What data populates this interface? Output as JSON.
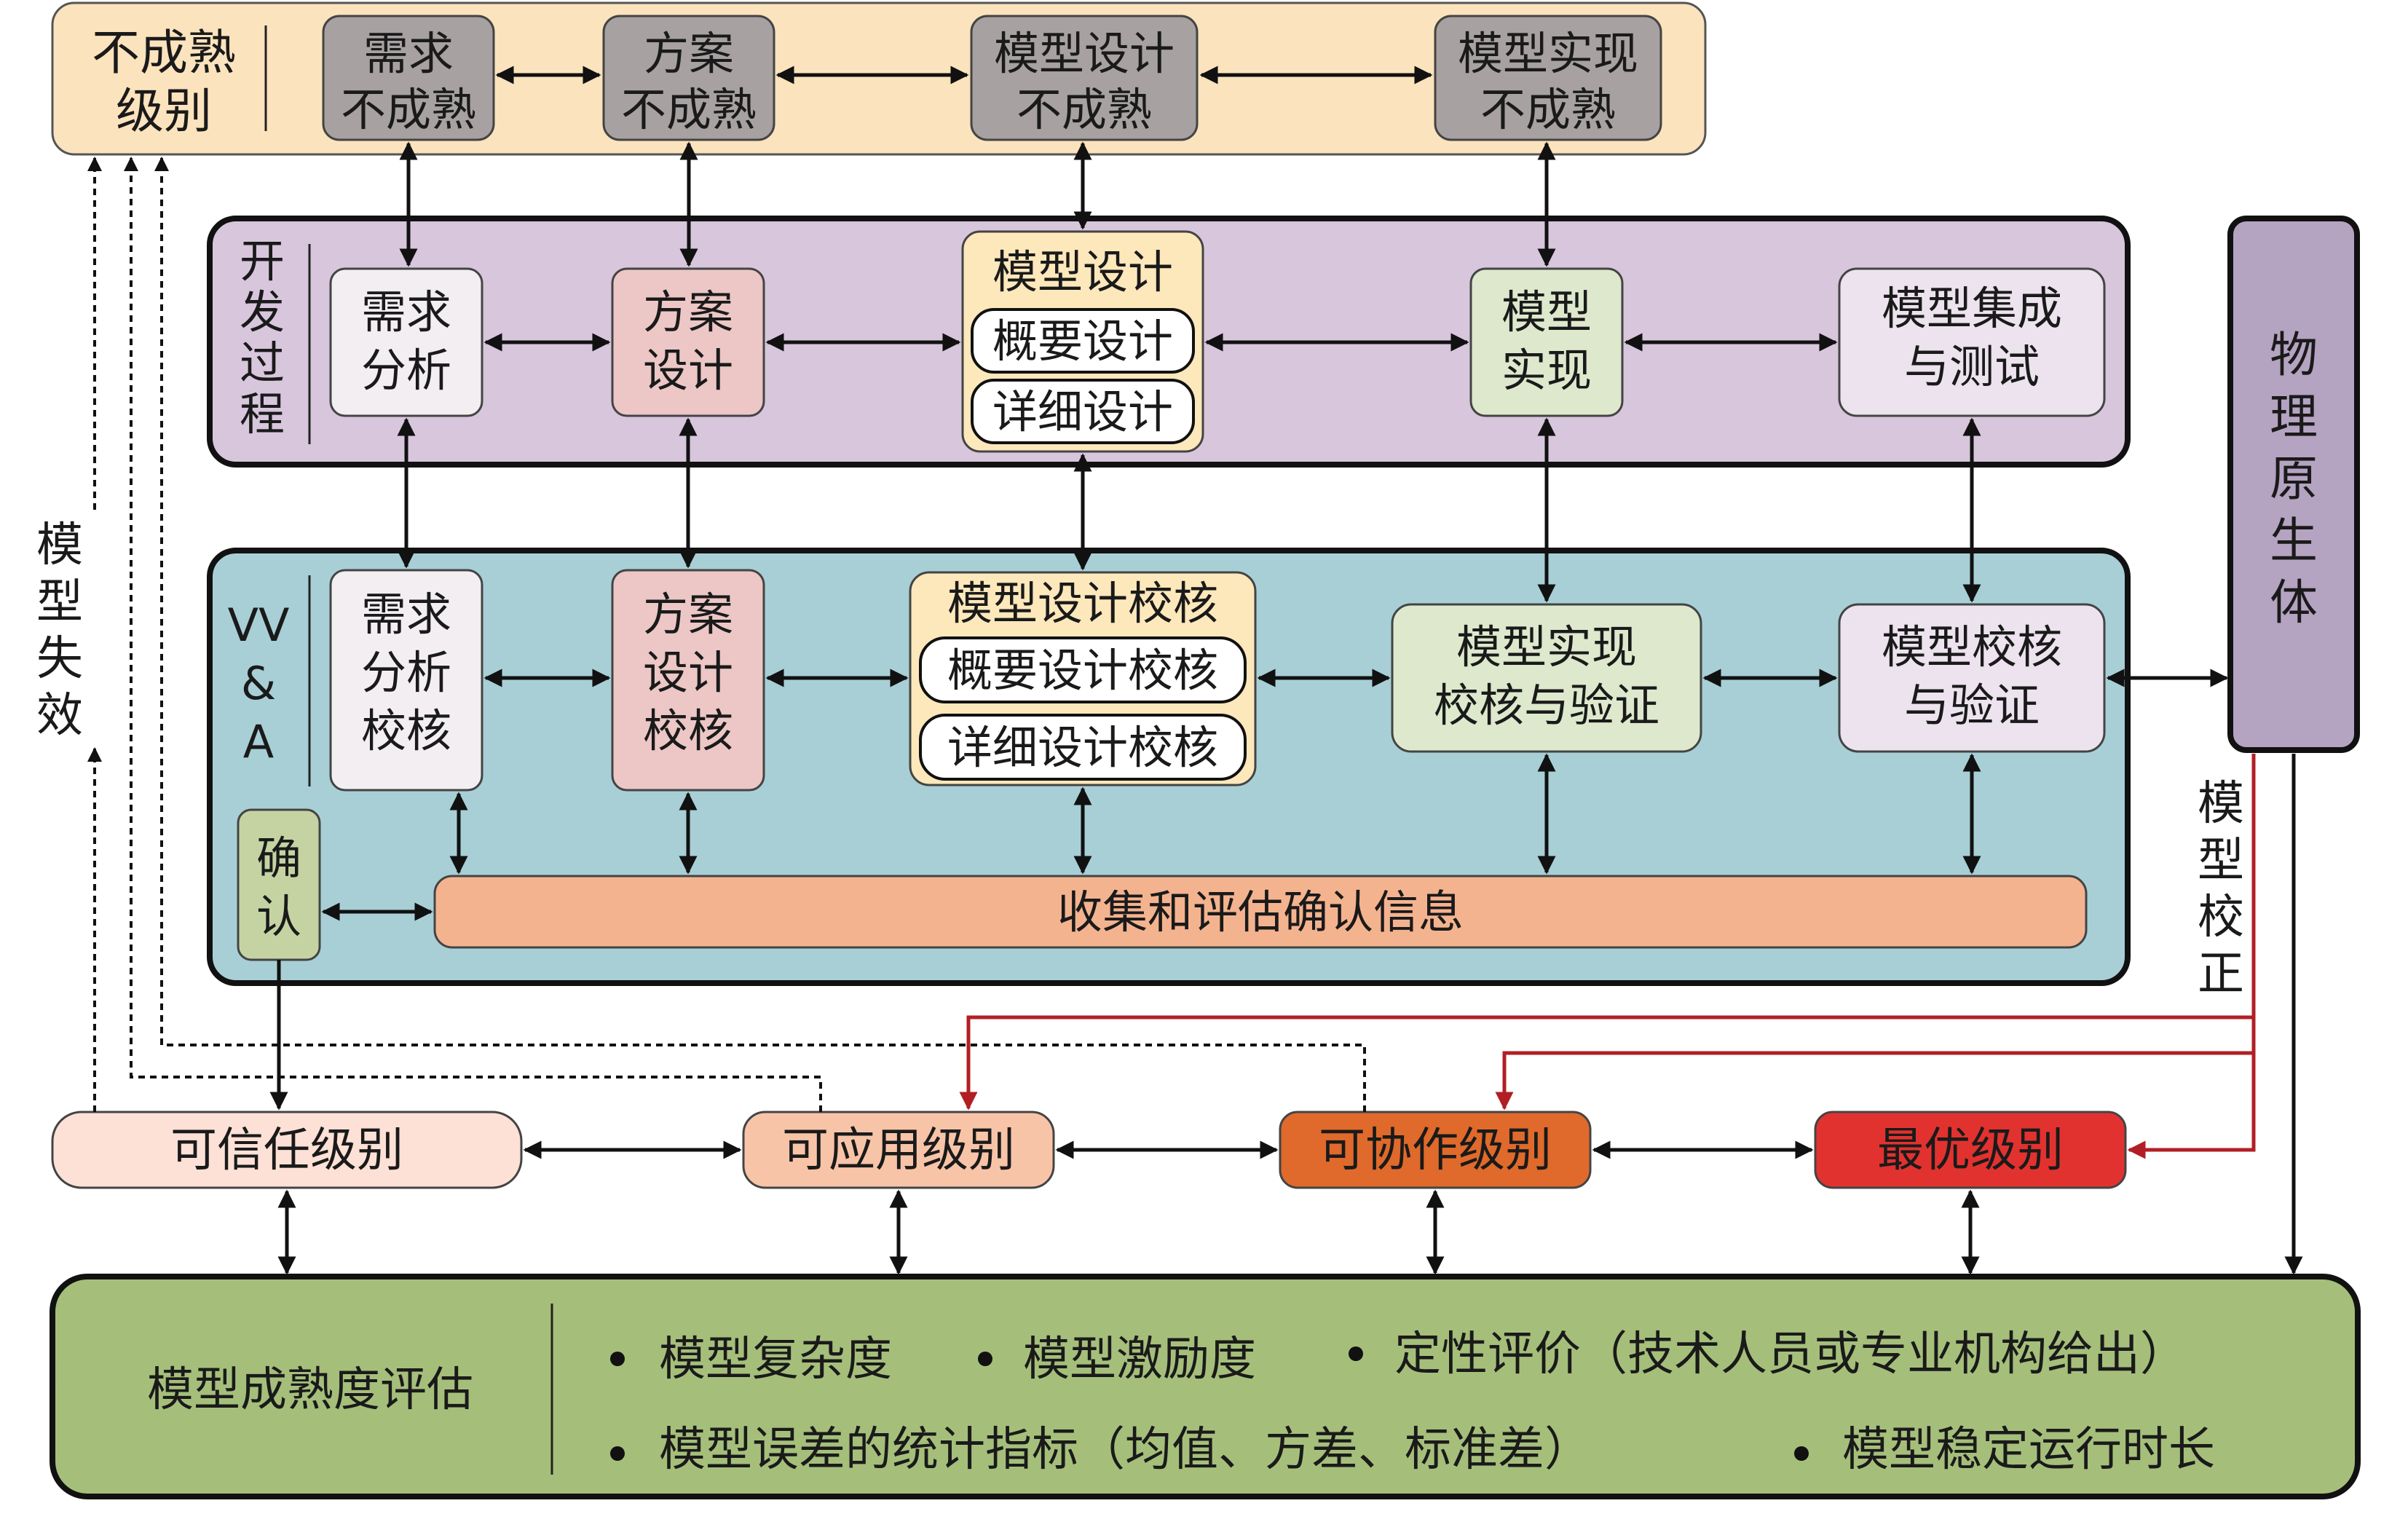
{
  "immaturity": {
    "title": [
      "不成熟",
      "级别"
    ],
    "stages": [
      [
        "需求",
        "不成熟"
      ],
      [
        "方案",
        "不成熟"
      ],
      [
        "模型设计",
        "不成熟"
      ],
      [
        "模型实现",
        "不成熟"
      ]
    ]
  },
  "development": {
    "title": [
      "开",
      "发",
      "过",
      "程"
    ],
    "requirement": [
      "需求",
      "分析"
    ],
    "scheme": [
      "方案",
      "设计"
    ],
    "design_title": "模型设计",
    "design_sub": [
      "概要设计",
      "详细设计"
    ],
    "implementation": [
      "模型",
      "实现"
    ],
    "integration": [
      "模型集成",
      "与测试"
    ]
  },
  "vva": {
    "title": [
      "VV",
      "&",
      "A"
    ],
    "requirement": [
      "需求",
      "分析",
      "校核"
    ],
    "scheme": [
      "方案",
      "设计",
      "校核"
    ],
    "design_title": "模型设计校核",
    "design_sub": [
      "概要设计校核",
      "详细设计校核"
    ],
    "implementation": [
      "模型实现",
      "校核与验证"
    ],
    "validation": [
      "模型校核",
      "与验证"
    ],
    "confirm": [
      "确",
      "认"
    ],
    "collect": "收集和评估确认信息"
  },
  "physical": [
    "物",
    "理",
    "原",
    "生",
    "体"
  ],
  "side_labels": {
    "failure": [
      "模",
      "型",
      "失",
      "效"
    ],
    "calibration": [
      "模",
      "型",
      "校",
      "正"
    ]
  },
  "levels": [
    "可信任级别",
    "可应用级别",
    "可协作级别",
    "最优级别"
  ],
  "assessment": {
    "title": "模型成熟度评估",
    "line1": [
      "模型复杂度",
      "模型激励度",
      "定性评价（技术人员或专业机构给出）"
    ],
    "line2": [
      "模型误差的统计指标（均值、方差、标准差）",
      "模型稳定运行时长"
    ]
  },
  "colors": {
    "immaturity_bg": "#fbe3bd",
    "immaturity_stage": "#a7a1a1",
    "dev_bg": "#d7c6dc",
    "vva_bg": "#a8cfd6",
    "physical": "#b5a3c2",
    "trusted": "#fde1d6",
    "applicable": "#f8c4a8",
    "collaborative": "#e06a2b",
    "optimal": "#e2322f",
    "assessment": "#a5bf7b",
    "collect": "#f4b38f",
    "red_arrow": "#b11f24"
  }
}
